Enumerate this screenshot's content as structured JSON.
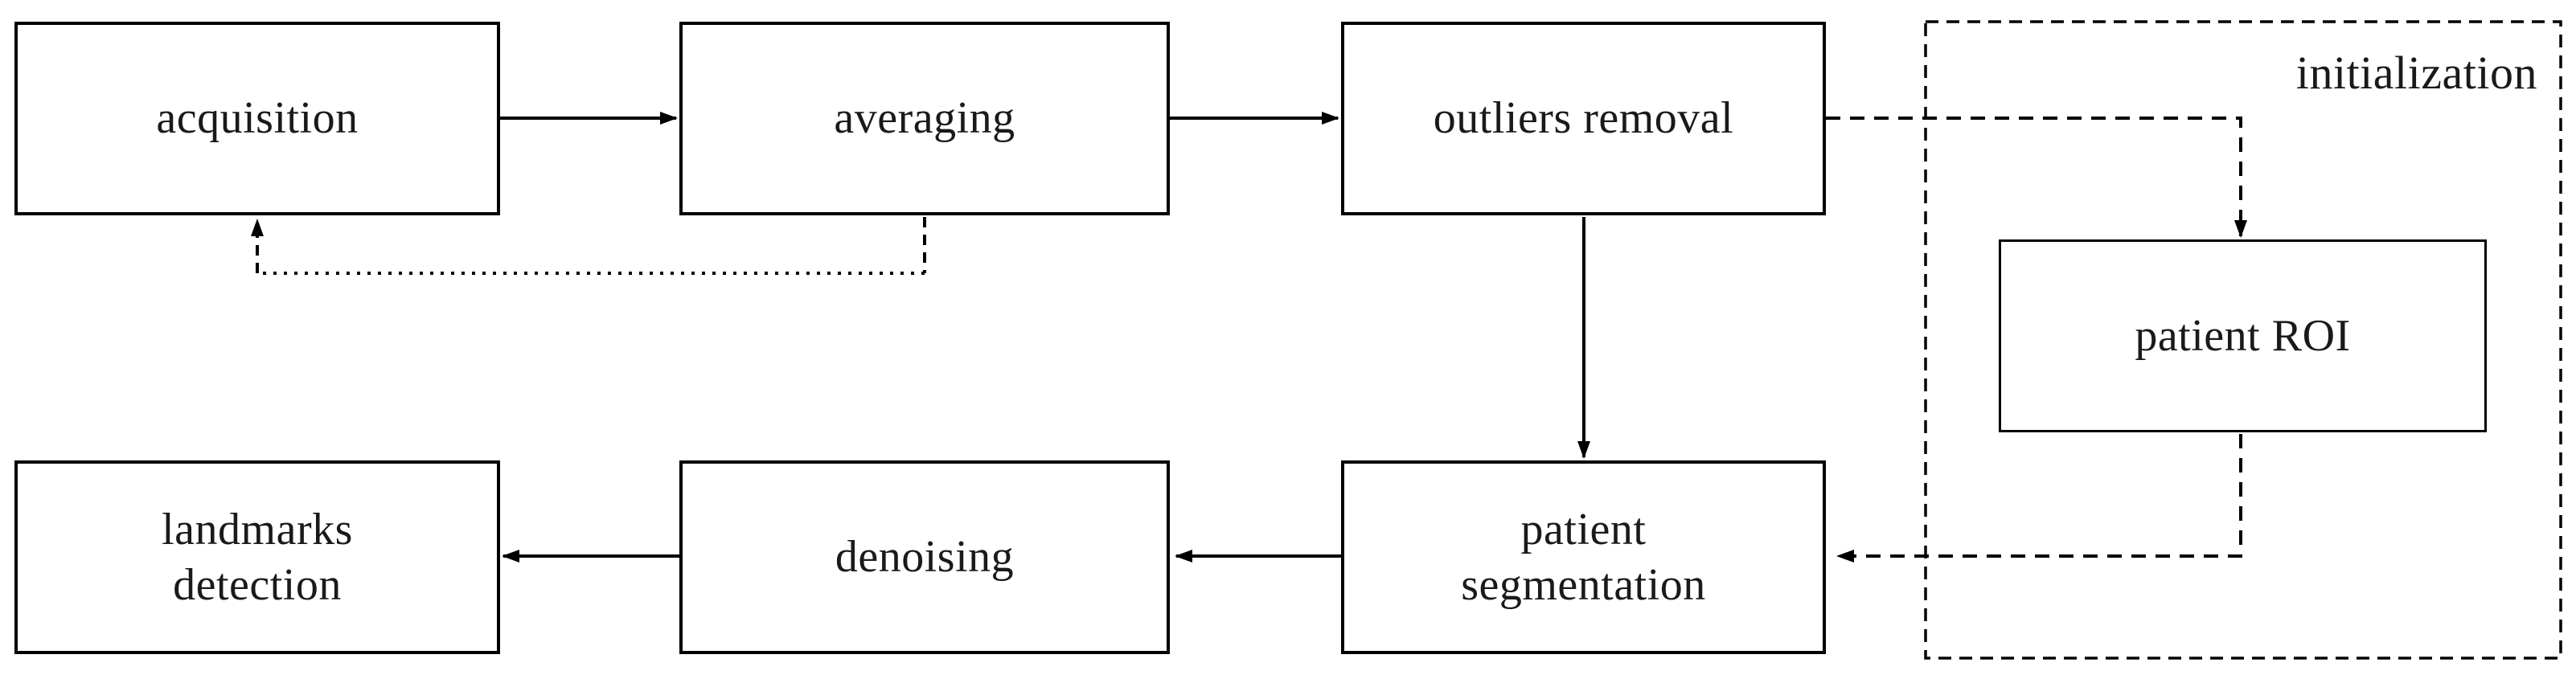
{
  "diagram": {
    "background_color": "#ffffff",
    "line_color": "#000000",
    "text_color": "#1a1a1a",
    "nodes": {
      "acquisition": {
        "label": "acquisition",
        "lines": [
          "acquisition"
        ]
      },
      "averaging": {
        "label": "averaging",
        "lines": [
          "averaging"
        ]
      },
      "outliers_removal": {
        "label": "outliers removal",
        "lines": [
          "outliers removal"
        ]
      },
      "landmarks_detection": {
        "label": "landmarks detection",
        "lines": [
          "landmarks",
          "detection"
        ]
      },
      "denoising": {
        "label": "denoising",
        "lines": [
          "denoising"
        ]
      },
      "patient_segmentation": {
        "label": "patient segmentation",
        "lines": [
          "patient",
          "segmentation"
        ]
      },
      "patient_roi": {
        "label": "patient ROI",
        "lines": [
          "patient ROI"
        ]
      }
    },
    "group": {
      "label": "initialization",
      "border_style": "dashed"
    },
    "edges": [
      {
        "from": "acquisition",
        "to": "averaging",
        "style": "solid",
        "arrow": true
      },
      {
        "from": "averaging",
        "to": "outliers_removal",
        "style": "solid",
        "arrow": true
      },
      {
        "from": "outliers_removal",
        "to": "patient_roi",
        "style": "dashed",
        "arrow": true
      },
      {
        "from": "outliers_removal",
        "to": "patient_segmentation",
        "style": "solid",
        "arrow": true
      },
      {
        "from": "patient_roi",
        "to": "patient_segmentation",
        "style": "dashed",
        "arrow": true
      },
      {
        "from": "patient_segmentation",
        "to": "denoising",
        "style": "solid",
        "arrow": true
      },
      {
        "from": "denoising",
        "to": "landmarks_detection",
        "style": "solid",
        "arrow": true
      },
      {
        "from": "averaging",
        "to": "acquisition",
        "style": "dotted",
        "arrow": true
      }
    ]
  }
}
